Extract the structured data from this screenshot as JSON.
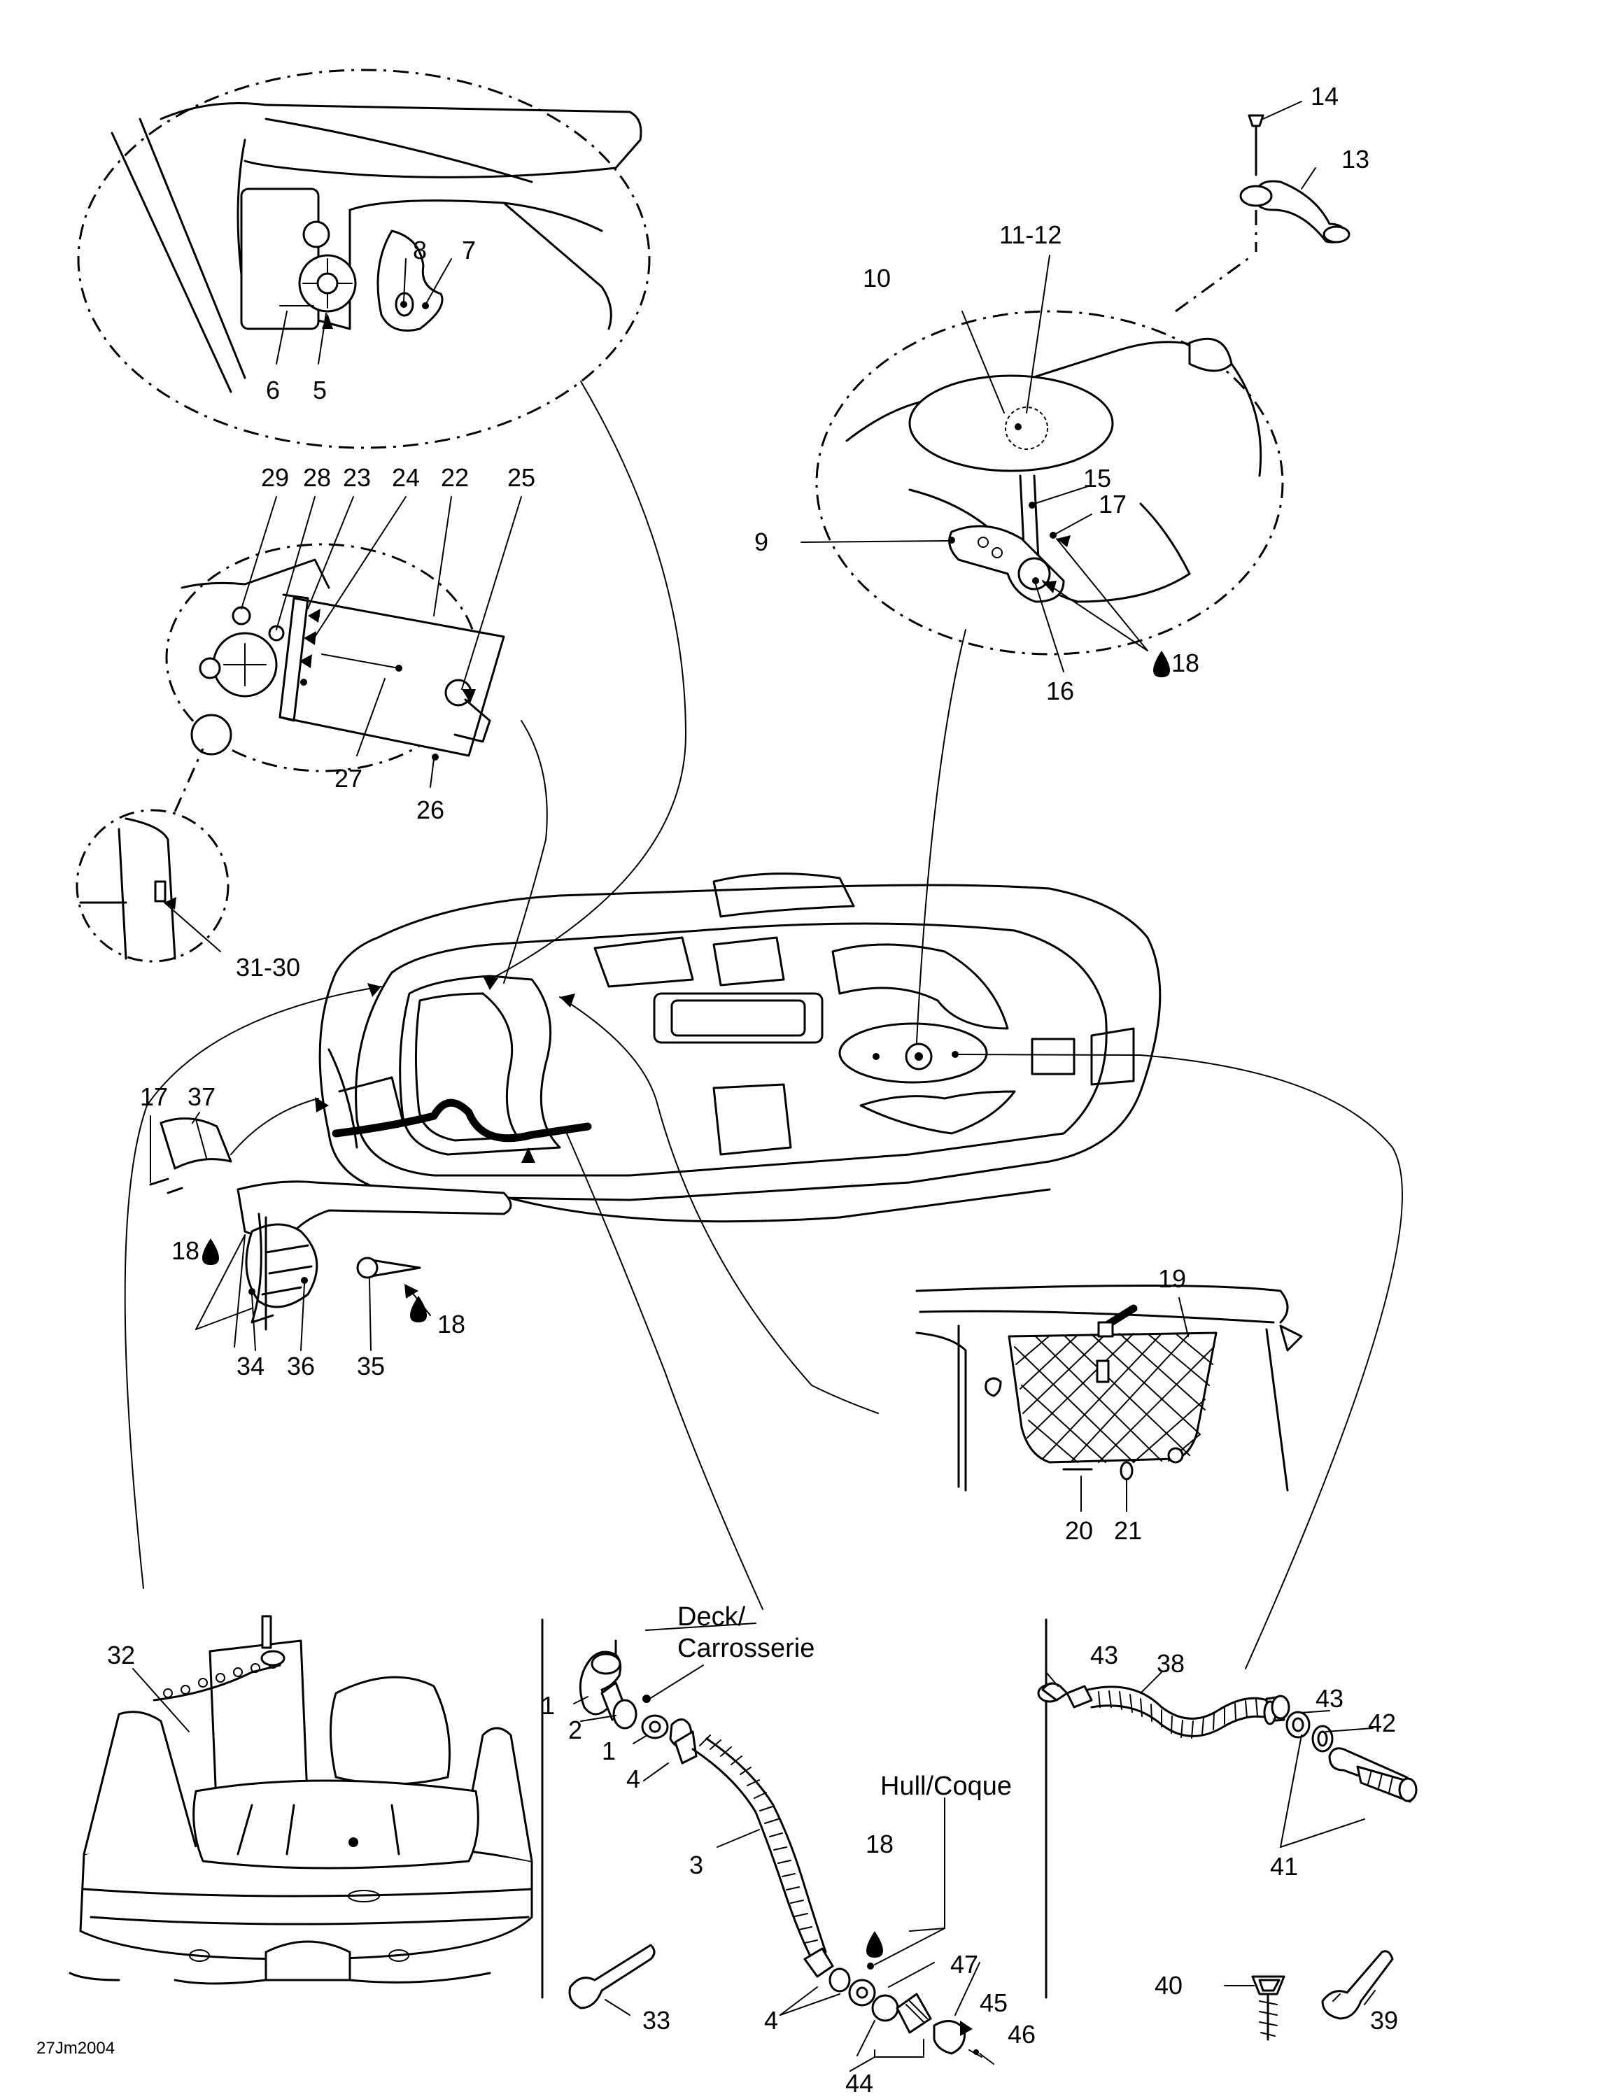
{
  "callouts": {
    "c1": "1",
    "c1b": "1",
    "c2": "2",
    "c3": "3",
    "c4a": "4",
    "c4b": "4",
    "c5": "5",
    "c6": "6",
    "c7": "7",
    "c8": "8",
    "c9": "9",
    "c10": "10",
    "c11_12": "11-12",
    "c13": "13",
    "c14": "14",
    "c15": "15",
    "c16": "16",
    "c17a": "17",
    "c17b": "17",
    "c18a": "18",
    "c18b": "18",
    "c18c": "18",
    "c18d": "18",
    "c19": "19",
    "c20": "20",
    "c21": "21",
    "c22": "22",
    "c23": "23",
    "c24": "24",
    "c25": "25",
    "c26": "26",
    "c27": "27",
    "c28": "28",
    "c29": "29",
    "c31_30": "31-30",
    "c32": "32",
    "c33": "33",
    "c34": "34",
    "c35": "35",
    "c36": "36",
    "c37": "37",
    "c38": "38",
    "c39": "39",
    "c40": "40",
    "c41": "41",
    "c42": "42",
    "c43a": "43",
    "c43b": "43",
    "c44": "44",
    "c45": "45",
    "c46": "46",
    "c47": "47"
  },
  "notes": {
    "deck_line1": "Deck/",
    "deck_line2": "Carrosserie",
    "hull": "Hull/Coque"
  },
  "drawing_code": "27Jm2004",
  "icons": {
    "lubricant": "oil-drop-icon"
  }
}
